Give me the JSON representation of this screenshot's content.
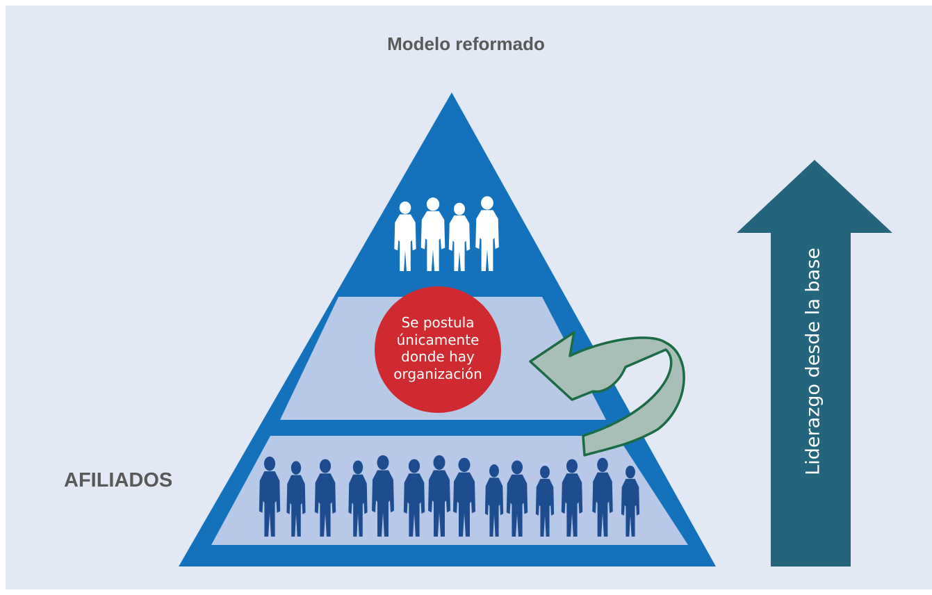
{
  "title": "Modelo reformado",
  "base_label": "AFILIADOS",
  "circle_text": [
    "Se postula",
    "únicamente",
    "donde hay",
    "organización"
  ],
  "arrow_label": "Liderazgo desde la base",
  "colors": {
    "background": "#e2e9f5",
    "pyramid": "#1472bd",
    "tier_fill": "#b8c9e8",
    "circle": "#cf2a30",
    "up_arrow": "#24647c",
    "curved_arrow_fill": "#a7bfb6",
    "curved_arrow_stroke": "#1b6b45",
    "people_top": "#ffffff",
    "people_base": "#1d4d8f"
  },
  "icons": {
    "top_group": "people-silhouettes-icon",
    "base_group": "crowd-silhouettes-icon"
  }
}
